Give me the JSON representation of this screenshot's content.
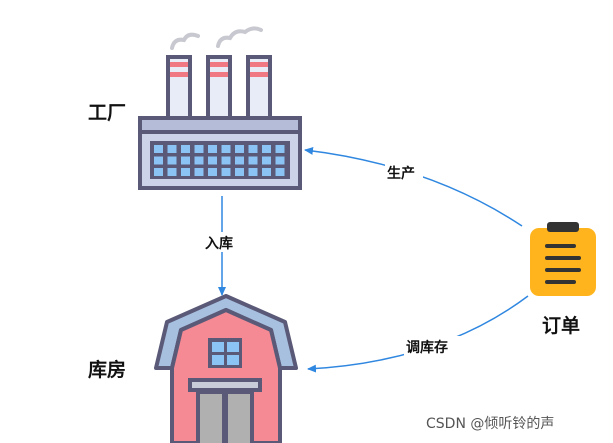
{
  "nodes": {
    "factory": {
      "label": "工厂"
    },
    "warehouse": {
      "label": "库房"
    },
    "order": {
      "label": "订单"
    }
  },
  "edges": {
    "produce": {
      "label": "生产"
    },
    "stock_in": {
      "label": "入库"
    },
    "transfer": {
      "label": "调库存"
    }
  },
  "watermark": "CSDN @倾听铃的声",
  "colors": {
    "arrow": "#2f87e0",
    "outline": "#5a5a78",
    "factory_body": "#ccd3e8",
    "factory_window": "#8cc3f5",
    "chimney_stripe": "#f07882",
    "barn_wall": "#f58a94",
    "barn_roof": "#a8c0e0",
    "door": "#b0b0b0",
    "clipboard": "#ffb41e"
  }
}
